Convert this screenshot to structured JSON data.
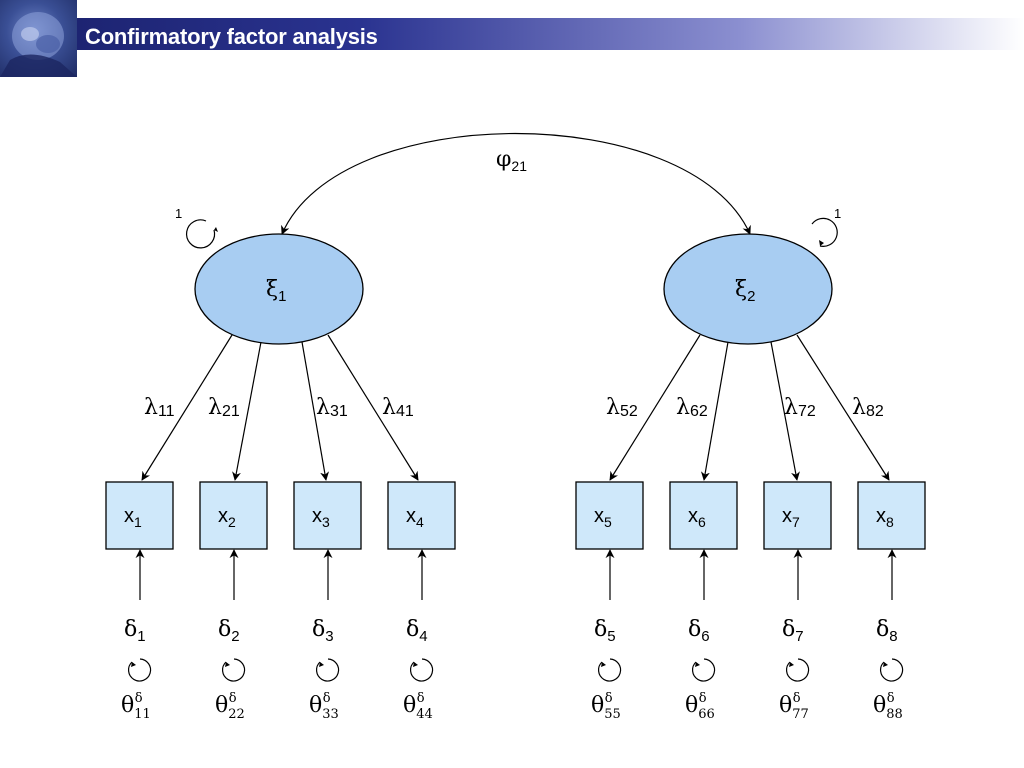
{
  "slide": {
    "title": "Confirmatory factor analysis"
  },
  "colors": {
    "latent_fill": "#a8cdf2",
    "indicator_fill": "#cfe8fa",
    "title_bar_dark": "#1d2472"
  },
  "diagram": {
    "covariance": {
      "symbol": "φ",
      "sub": "21"
    },
    "latent_variance_label": "1",
    "factors": [
      {
        "symbol": "ξ",
        "sub": "1",
        "loadings": [
          {
            "symbol": "λ",
            "sub": "11"
          },
          {
            "symbol": "λ",
            "sub": "21"
          },
          {
            "symbol": "λ",
            "sub": "31"
          },
          {
            "symbol": "λ",
            "sub": "41"
          }
        ]
      },
      {
        "symbol": "ξ",
        "sub": "2",
        "loadings": [
          {
            "symbol": "λ",
            "sub": "52"
          },
          {
            "symbol": "λ",
            "sub": "62"
          },
          {
            "symbol": "λ",
            "sub": "72"
          },
          {
            "symbol": "λ",
            "sub": "82"
          }
        ]
      }
    ],
    "indicators": [
      {
        "symbol": "x",
        "sub": "1",
        "error": "δ",
        "error_sub": "1",
        "variance": "θ",
        "variance_sub": "11",
        "variance_sup": "δ"
      },
      {
        "symbol": "x",
        "sub": "2",
        "error": "δ",
        "error_sub": "2",
        "variance": "θ",
        "variance_sub": "22",
        "variance_sup": "δ"
      },
      {
        "symbol": "x",
        "sub": "3",
        "error": "δ",
        "error_sub": "3",
        "variance": "θ",
        "variance_sub": "33",
        "variance_sup": "δ"
      },
      {
        "symbol": "x",
        "sub": "4",
        "error": "δ",
        "error_sub": "4",
        "variance": "θ",
        "variance_sub": "44",
        "variance_sup": "δ"
      },
      {
        "symbol": "x",
        "sub": "5",
        "error": "δ",
        "error_sub": "5",
        "variance": "θ",
        "variance_sub": "55",
        "variance_sup": "δ"
      },
      {
        "symbol": "x",
        "sub": "6",
        "error": "δ",
        "error_sub": "6",
        "variance": "θ",
        "variance_sub": "66",
        "variance_sup": "δ"
      },
      {
        "symbol": "x",
        "sub": "7",
        "error": "δ",
        "error_sub": "7",
        "variance": "θ",
        "variance_sub": "77",
        "variance_sup": "δ"
      },
      {
        "symbol": "x",
        "sub": "8",
        "error": "δ",
        "error_sub": "8",
        "variance": "θ",
        "variance_sub": "88",
        "variance_sup": "δ"
      }
    ]
  }
}
